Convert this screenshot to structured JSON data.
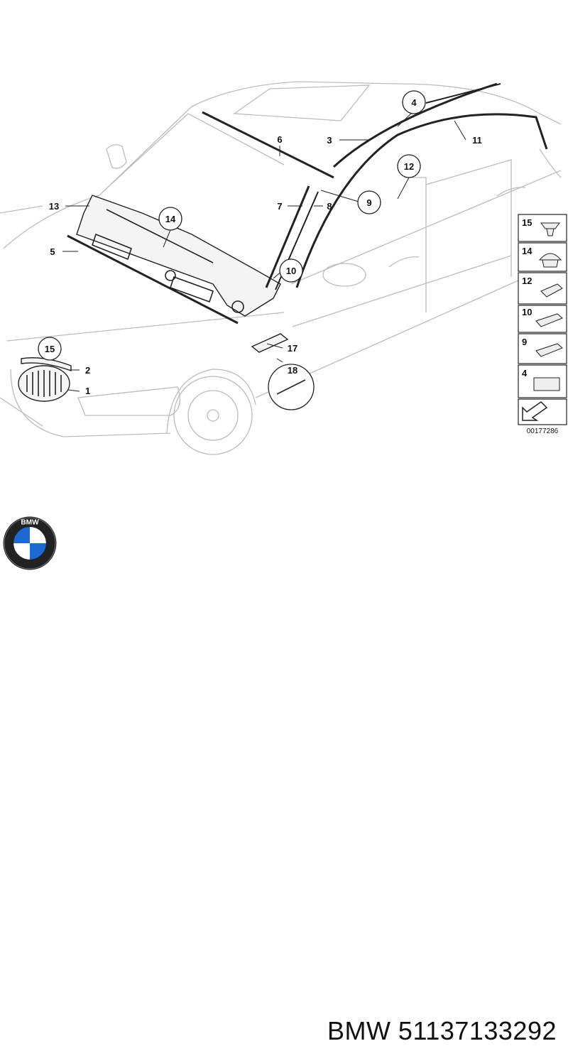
{
  "callouts": [
    {
      "num": "1"
    },
    {
      "num": "2"
    },
    {
      "num": "3"
    },
    {
      "num": "4"
    },
    {
      "num": "5"
    },
    {
      "num": "6"
    },
    {
      "num": "7"
    },
    {
      "num": "8"
    },
    {
      "num": "9"
    },
    {
      "num": "10"
    },
    {
      "num": "11"
    },
    {
      "num": "12"
    },
    {
      "num": "13"
    },
    {
      "num": "14"
    },
    {
      "num": "15"
    },
    {
      "num": "17"
    },
    {
      "num": "18"
    }
  ],
  "legend": {
    "items": [
      {
        "num": "15"
      },
      {
        "num": "14"
      },
      {
        "num": "12"
      },
      {
        "num": "10"
      },
      {
        "num": "9"
      },
      {
        "num": "4"
      }
    ],
    "ref_code": "00177286"
  },
  "logo": {
    "text": "BMW",
    "colors": {
      "blue": "#1c69d4",
      "black": "#000000",
      "ring": "#222222"
    }
  },
  "footer": {
    "part_number": "BMW 51137133292"
  }
}
